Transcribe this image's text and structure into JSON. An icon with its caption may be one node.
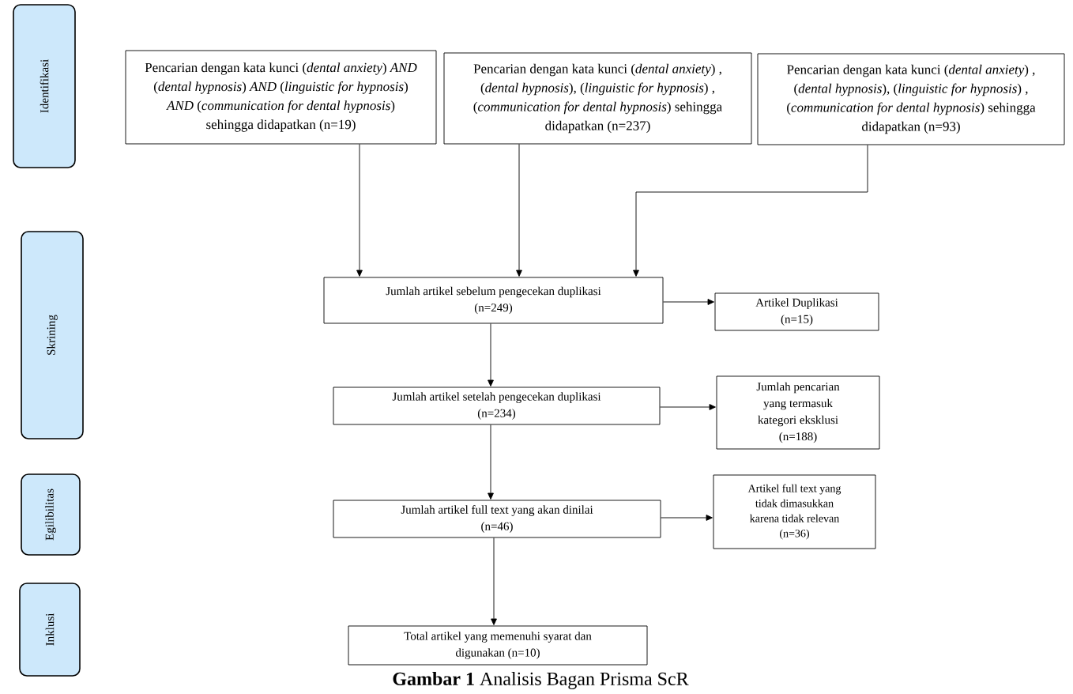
{
  "diagram": {
    "caption": "**Gambar 1** Analisis Bagan Prisma ScR",
    "nodes": [
      {
        "text": [
          "Identifikasi"
        ]
      },
      {
        "text": [
          "Pencarian dengan kata kunci (*dental anxiety*) *AND* (*dental hypnosis*) *AND* (*linguistic for hypnosis*) *AND* (*communication for dental hypnosis*) sehingga didapatkan (n=19)"
        ]
      },
      {
        "text": [
          "Pencarian dengan kata kunci (*dental anxiety*) , (*dental hypnosis*), (*linguistic for hypnosis*) , (*communication for dental hypnosis*) sehingga didapatkan (n=237)"
        ]
      },
      {
        "text": [
          "Pencarian dengan kata kunci (*dental anxiety*) , (*dental hypnosis*), (*linguistic for hypnosis*) , (*communication for dental hypnosis*) sehingga didapatkan (n=93)"
        ]
      },
      {
        "text": [
          "Skrining"
        ]
      },
      {
        "text": [
          "Jumlah artikel sebelum pengecekan duplikasi (n=249)"
        ]
      },
      {
        "text": [
          "Artikel Duplikasi (n=15)"
        ]
      },
      {
        "text": [
          "Jumlah artikel setelah pengecekan duplikasi (n=234)"
        ]
      },
      {
        "text": [
          "Jumlah pencarian yang termasuk kategori eksklusi (n=188)"
        ]
      },
      {
        "text": [
          "Egilibilitas"
        ]
      },
      {
        "text": [
          "Jumlah artikel full text yang akan dinilai (n=46)"
        ]
      },
      {
        "text": [
          "Artikel full text yang tidak dimasukkan karena tidak relevan (n=36)"
        ]
      },
      {
        "text": [
          "Inklusi"
        ]
      },
      {
        "text": [
          "Total artikel yang memenuhi syarat dan digunakan (n=10)"
        ]
      }
    ],
    "edges": [
      {
        "from": 1,
        "to": 5,
        "arrow": "to"
      },
      {
        "from": 2,
        "to": 5,
        "arrow": "to"
      },
      {
        "from": 3,
        "to": 5,
        "arrow": "to"
      },
      {
        "from": 5,
        "to": 6,
        "arrow": "to"
      },
      {
        "from": 5,
        "to": 7,
        "arrow": "to"
      },
      {
        "from": 7,
        "to": 8,
        "arrow": "to"
      },
      {
        "from": 7,
        "to": 10,
        "arrow": "to"
      },
      {
        "from": 10,
        "to": 11,
        "arrow": "to"
      },
      {
        "from": 10,
        "to": 13,
        "arrow": "to"
      }
    ]
  }
}
